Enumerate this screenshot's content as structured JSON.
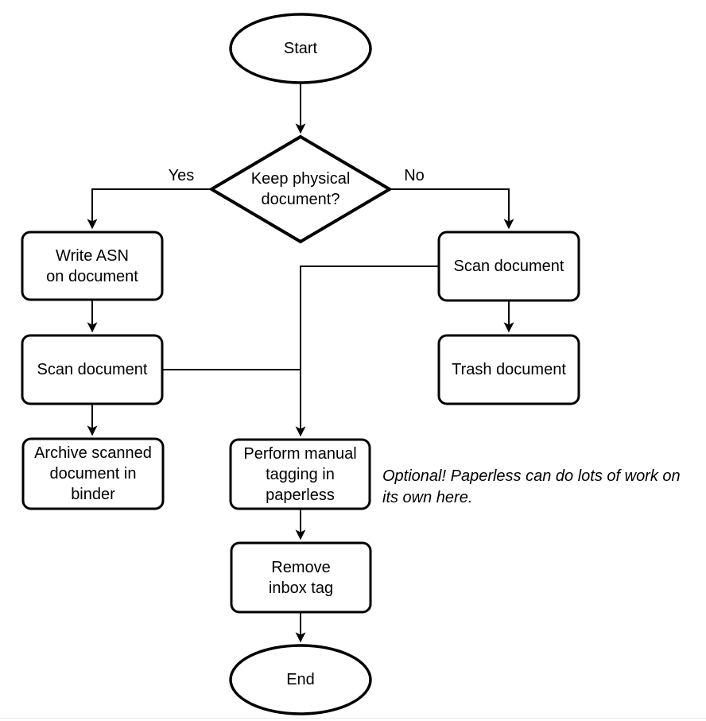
{
  "diagram": {
    "type": "flowchart",
    "background": "#ffffff",
    "colors": {
      "terminal_fill": "#f9cfcf",
      "decision_fill": "#fdcda1",
      "process_fill": "#ffe69c",
      "stroke": "#000000"
    },
    "nodes": {
      "start": {
        "label": "Start",
        "shape": "terminator"
      },
      "decision": {
        "label": "Keep physical\ndocument?",
        "shape": "decision"
      },
      "write_asn": {
        "label": "Write ASN\non document",
        "shape": "process"
      },
      "scan_left": {
        "label": "Scan document",
        "shape": "process"
      },
      "archive": {
        "label": "Archive scanned\ndocument in\nbinder",
        "shape": "process"
      },
      "scan_right": {
        "label": "Scan document",
        "shape": "process"
      },
      "trash": {
        "label": "Trash document",
        "shape": "process"
      },
      "tagging": {
        "label": "Perform manual\ntagging in\npaperless",
        "shape": "process"
      },
      "remove_inbox": {
        "label": "Remove\ninbox tag",
        "shape": "process"
      },
      "end": {
        "label": "End",
        "shape": "terminator"
      }
    },
    "edge_labels": {
      "yes": "Yes",
      "no": "No"
    },
    "annotation": "Optional! Paperless can do lots of work on\nits own here."
  }
}
